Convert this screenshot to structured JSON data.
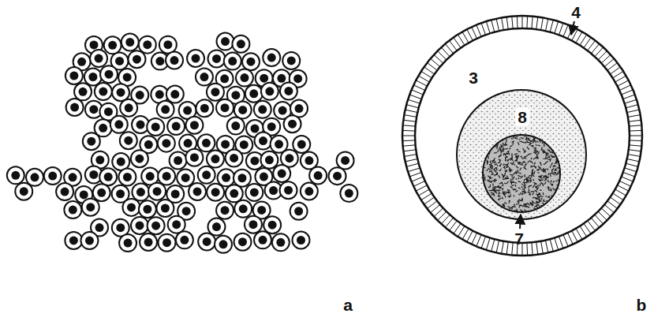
{
  "diagram": {
    "labels": [
      "a",
      "4",
      "3",
      "8",
      "7",
      "b"
    ]
  }
}
